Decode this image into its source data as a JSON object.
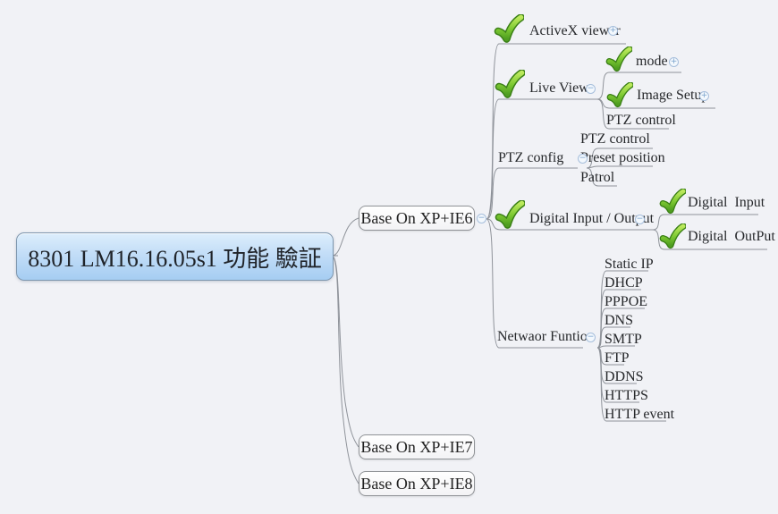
{
  "colors": {
    "background": "#f1f2f6",
    "connector_line": "#8f939a",
    "root_fill_top": "#ddeefc",
    "root_fill_bottom": "#a6cdf2",
    "root_border": "#7d96ae",
    "box_border": "#8f9296",
    "check_green_light": "#b9e658",
    "check_green_dark": "#53a422",
    "toggle_blue": "#7aa3cd"
  },
  "tree": {
    "root": {
      "label": "8301 LM16.16.05s1 功能 驗証"
    },
    "children": [
      {
        "label": "Base On XP+IE6",
        "toggle": "−",
        "children": [
          {
            "label": "ActiveX viewer",
            "checked": true,
            "toggle": "+"
          },
          {
            "label": "Live View",
            "checked": true,
            "toggle": "−",
            "children": [
              {
                "label": "mode",
                "checked": true,
                "toggle": "+"
              },
              {
                "label": "Image Setup",
                "checked": true,
                "toggle": "+"
              },
              {
                "label": "PTZ control"
              }
            ]
          },
          {
            "label": "PTZ config",
            "toggle": "−",
            "children": [
              {
                "label": "PTZ control"
              },
              {
                "label": "Preset position"
              },
              {
                "label": "Patrol"
              }
            ]
          },
          {
            "label": "Digital Input / Output",
            "checked": true,
            "toggle": "−",
            "children": [
              {
                "label": "Digital  Input",
                "checked": true
              },
              {
                "label": "Digital  OutPut",
                "checked": true
              }
            ]
          },
          {
            "label": "Netwaor Funtion",
            "toggle": "−",
            "children": [
              {
                "label": "Static IP"
              },
              {
                "label": "DHCP"
              },
              {
                "label": "PPPOE"
              },
              {
                "label": "DNS"
              },
              {
                "label": "SMTP"
              },
              {
                "label": "FTP"
              },
              {
                "label": "DDNS"
              },
              {
                "label": "HTTPS"
              },
              {
                "label": "HTTP event"
              }
            ]
          }
        ]
      },
      {
        "label": "Base On XP+IE7"
      },
      {
        "label": "Base On XP+IE8"
      }
    ]
  }
}
